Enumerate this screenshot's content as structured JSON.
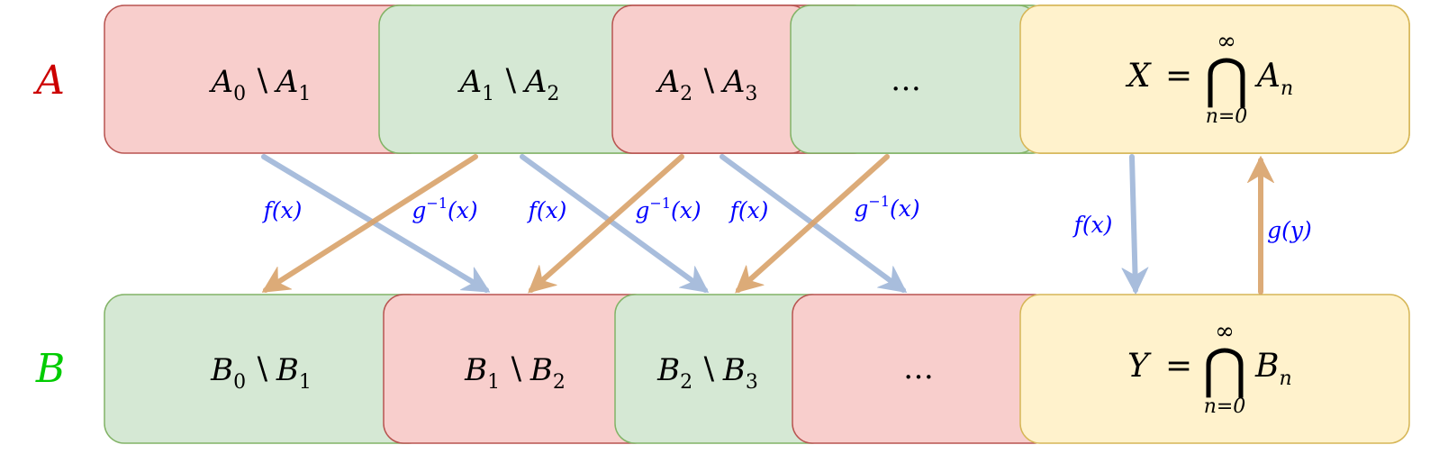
{
  "colors": {
    "red_fill": "#f8cecc",
    "red_stroke": "#b85450",
    "green_fill": "#d5e8d4",
    "green_stroke": "#82b366",
    "yellow_fill": "#fff2cc",
    "yellow_stroke": "#d6b656",
    "blue_arrow": "#6c8ebf",
    "orange_arrow": "#cc8a3a",
    "label_blue": "#0000ff",
    "label_red": "#cc0000",
    "label_green": "#00cc00"
  },
  "rows": {
    "A": {
      "label": "A",
      "boxes": [
        {
          "base": "A",
          "i": "0",
          "j": "1",
          "fill": "red"
        },
        {
          "base": "A",
          "i": "1",
          "j": "2",
          "fill": "green"
        },
        {
          "base": "A",
          "i": "2",
          "j": "3",
          "fill": "red"
        },
        {
          "ellipsis": "…",
          "fill": "green"
        }
      ],
      "limit": {
        "lhs": "X",
        "eq": "=",
        "sup": "∞",
        "op": "⋂",
        "sub": "n=0",
        "term": "A",
        "term_sub": "n"
      }
    },
    "B": {
      "label": "B",
      "boxes": [
        {
          "base": "B",
          "i": "0",
          "j": "1",
          "fill": "green"
        },
        {
          "base": "B",
          "i": "1",
          "j": "2",
          "fill": "red"
        },
        {
          "base": "B",
          "i": "2",
          "j": "3",
          "fill": "green"
        },
        {
          "ellipsis": "…",
          "fill": "red"
        }
      ],
      "limit": {
        "lhs": "Y",
        "eq": "=",
        "sup": "∞",
        "op": "⋂",
        "sub": "n=0",
        "term": "B",
        "term_sub": "n"
      }
    }
  },
  "setminus": "∖",
  "arrow_labels": {
    "f": "f(x)",
    "ginv_g": "g",
    "ginv_sup": "−1",
    "ginv_arg": "(x)",
    "g_y": "g(y)"
  }
}
